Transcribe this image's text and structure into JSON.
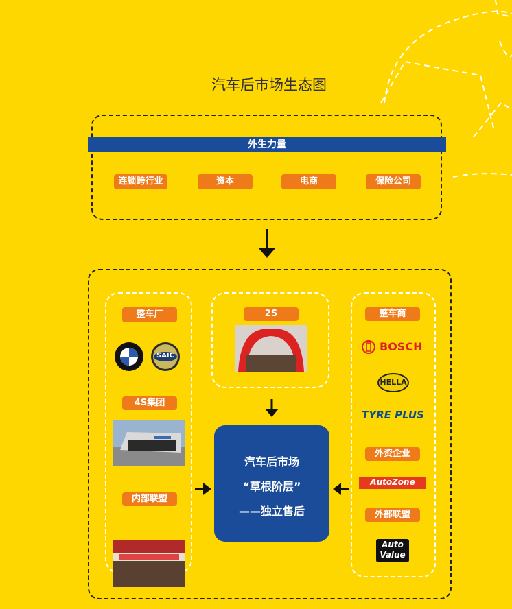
{
  "title": "汽车后市场生态图",
  "external": {
    "header": "外生力量",
    "items": [
      "连锁跨行业",
      "资本",
      "电商",
      "保险公司"
    ]
  },
  "left": {
    "oem_label": "整车厂",
    "brand_logo_text": "SAIC",
    "group_label": "4S集团",
    "alliance_label": "内部联盟"
  },
  "middle": {
    "label": "2S"
  },
  "right": {
    "label": "整车商",
    "brands": [
      "BOSCH",
      "HELLA",
      "TYRE PLUS"
    ],
    "foreign_label": "外资企业",
    "foreign_brand": "AutoZone",
    "alliance_label": "外部联盟",
    "alliance_brand_line1": "Auto",
    "alliance_brand_line2": "Value"
  },
  "center": {
    "line1": "汽车后市场",
    "line2": "“草根阶层”",
    "line3": "——独立售后"
  },
  "colors": {
    "background": "#FFD700",
    "blue": "#1B4C9A",
    "orange": "#EE7A1A"
  }
}
